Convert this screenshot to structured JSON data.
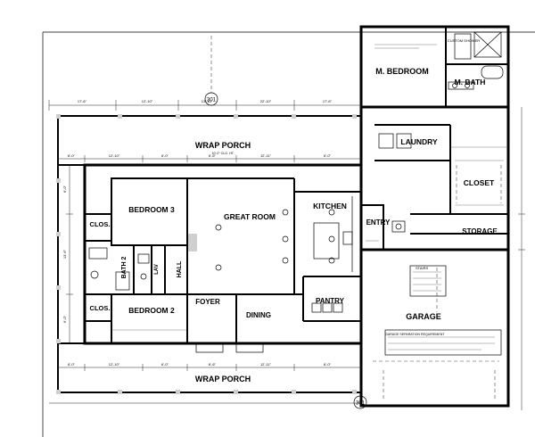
{
  "rooms": {
    "m_bedroom": "M. BEDROOM",
    "m_bath": "M. BATH",
    "custom_shower": "CUSTOM SHOWER",
    "laundry": "LAUNDRY",
    "closet_master": "CLOSET",
    "bedroom3": "BEDROOM 3",
    "great_room": "GREAT ROOM",
    "kitchen": "KITCHEN",
    "entry": "ENTRY",
    "storage": "STORAGE",
    "clos_upper": "CLOS.",
    "clos_lower": "CLOS.",
    "bath2": "BATH 2",
    "hall": "HALL",
    "lav": "LAV",
    "bedroom2": "BEDROOM 2",
    "foyer": "FOYER",
    "dining": "DINING",
    "pantry": "PANTRY",
    "garage": "GARAGE",
    "wrap_porch_top": "WRAP PORCH",
    "wrap_porch_bottom": "WRAP PORCH"
  },
  "callouts": {
    "section_top": "301",
    "section_bottom": "301"
  },
  "dims": {
    "top": [
      "17'-6\"",
      "12'-10\"",
      "13'-10\"",
      "22'-10\"",
      "17'-6\""
    ],
    "row2": [
      "6'-0\"",
      "12'-10\"",
      "6'-0\"",
      "6'-6\"",
      "12'-11\"",
      "6'-0\""
    ],
    "bottom": [
      "6'-0\"",
      "12'-10\"",
      "6'-0\"",
      "6'-6\"",
      "12'-11\"",
      "6'-0\""
    ],
    "left": [
      "6'-0\"",
      "13'-6\"",
      "6'-0\""
    ]
  },
  "notes": {
    "garage_note": "GARAGE SEPARATION REQUIREMENT",
    "stair": "STAIRS",
    "porch_ceiling": "10'-0\" CLG. HT."
  }
}
